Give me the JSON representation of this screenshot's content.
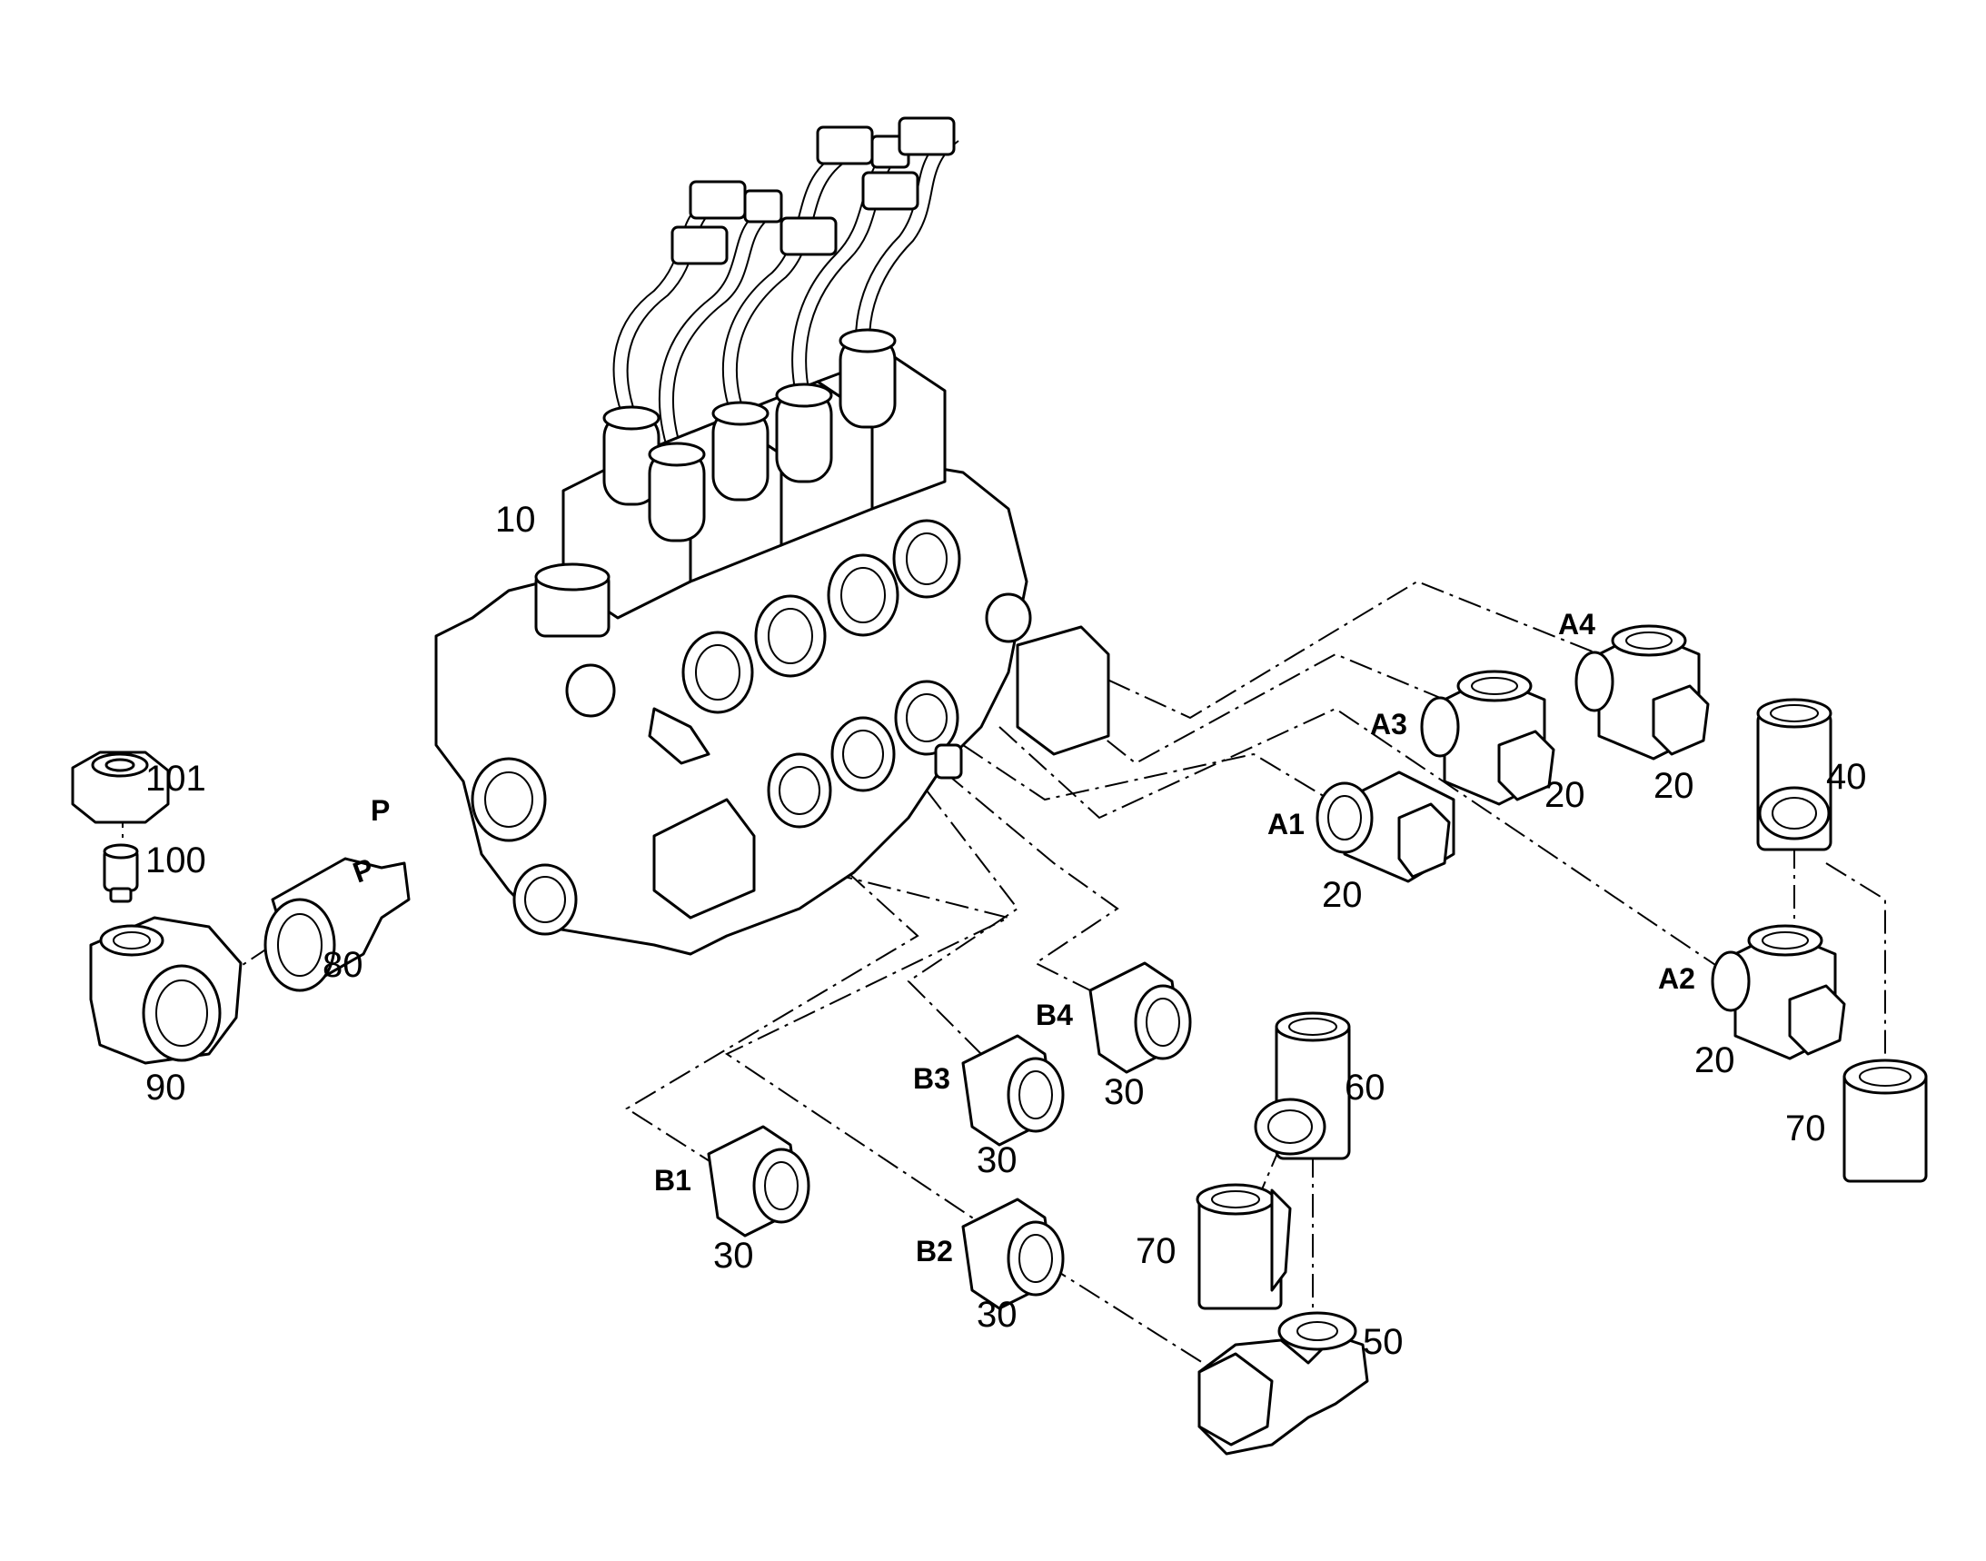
{
  "diagram": {
    "part_numbers": {
      "valve": "10",
      "elbow_a1": "20",
      "elbow_a2": "20",
      "elbow_a3": "20",
      "elbow_a4": "20",
      "adapter_b1": "30",
      "adapter_b2": "30",
      "adapter_b3": "30",
      "adapter_b4": "30",
      "tee_40": "40",
      "elbow_50": "50",
      "tee_60": "60",
      "adapter_70_left": "70",
      "adapter_70_right": "70",
      "adapter_80": "80",
      "swivel_90": "90",
      "insert_100": "100",
      "nut_101": "101"
    },
    "ports": {
      "p": "P",
      "a1": "A1",
      "a2": "A2",
      "a3": "A3",
      "a4": "A4",
      "b1": "B1",
      "b2": "B2",
      "b3": "B3",
      "b4": "B4"
    },
    "stamp": "P"
  }
}
